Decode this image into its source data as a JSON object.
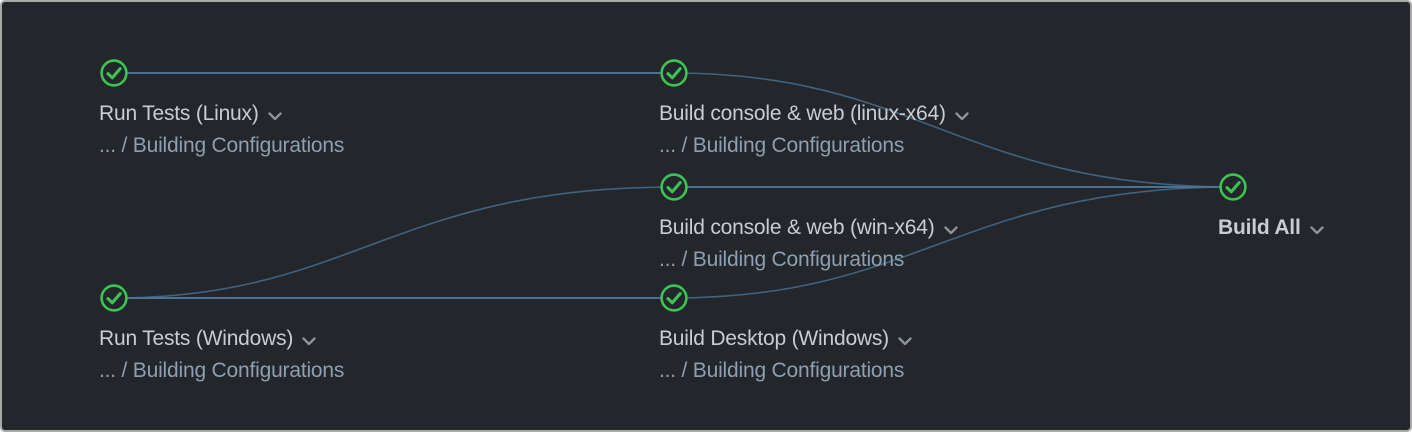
{
  "view": {
    "name": "workflow-run-graph"
  },
  "colors": {
    "background": "#23272c",
    "border": "#a9a9a9",
    "title": "#c8cdd2",
    "subtitle": "#8d9fb0",
    "edge": "#4a7294",
    "success": "#3cc353",
    "chevron": "#8d949b"
  },
  "nodes": [
    {
      "id": "run-tests-linux",
      "title": "Run Tests (Linux)",
      "subtitle": "... / Building Configurations",
      "status": "success",
      "status_icon": "check-circle-icon",
      "expand_icon": "chevron-down-icon"
    },
    {
      "id": "build-console-web-linux-x64",
      "title": "Build console & web (linux-x64)",
      "subtitle": "... / Building Configurations",
      "status": "success",
      "status_icon": "check-circle-icon",
      "expand_icon": "chevron-down-icon"
    },
    {
      "id": "build-console-web-win-x64",
      "title": "Build console & web (win-x64)",
      "subtitle": "... / Building Configurations",
      "status": "success",
      "status_icon": "check-circle-icon",
      "expand_icon": "chevron-down-icon"
    },
    {
      "id": "run-tests-windows",
      "title": "Run Tests (Windows)",
      "subtitle": "... / Building Configurations",
      "status": "success",
      "status_icon": "check-circle-icon",
      "expand_icon": "chevron-down-icon"
    },
    {
      "id": "build-desktop-windows",
      "title": "Build Desktop (Windows)",
      "subtitle": "... / Building Configurations",
      "status": "success",
      "status_icon": "check-circle-icon",
      "expand_icon": "chevron-down-icon"
    },
    {
      "id": "build-all",
      "title": "Build All",
      "subtitle": "",
      "status": "success",
      "status_icon": "check-circle-icon",
      "expand_icon": "chevron-down-icon"
    }
  ],
  "edges": [
    {
      "from": "run-tests-linux",
      "to": "build-console-web-linux-x64"
    },
    {
      "from": "run-tests-windows",
      "to": "build-desktop-windows"
    },
    {
      "from": "run-tests-windows",
      "to": "build-console-web-win-x64"
    },
    {
      "from": "build-console-web-win-x64",
      "to": "build-all"
    },
    {
      "from": "build-console-web-linux-x64",
      "to": "build-all"
    },
    {
      "from": "build-desktop-windows",
      "to": "build-all"
    }
  ]
}
